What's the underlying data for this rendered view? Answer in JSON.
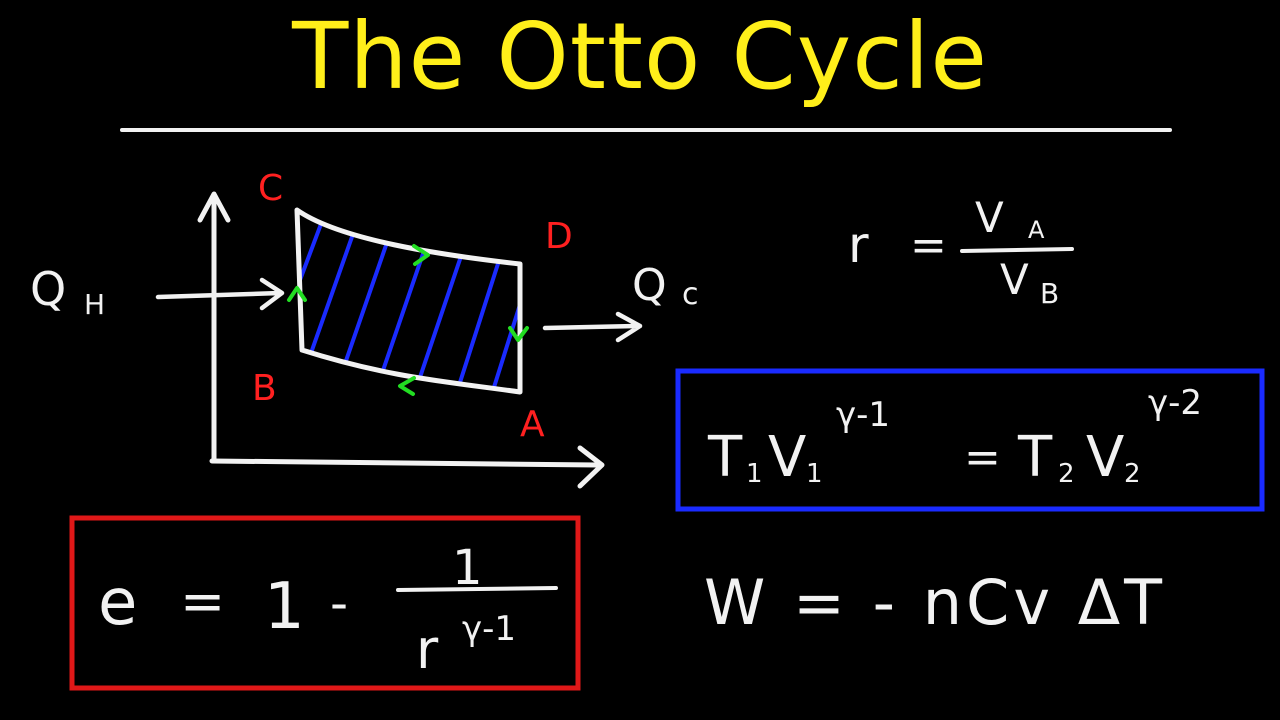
{
  "title": "The Otto Cycle",
  "colors": {
    "background": "#000000",
    "title": "#ffef1a",
    "chalk": "#f2f2f2",
    "label_red": "#ff2020",
    "hatch_blue": "#1a2bff",
    "arrow_green": "#22dd22",
    "box_blue": "#1a2bff",
    "box_red": "#e01818"
  },
  "diagram": {
    "points": [
      "A",
      "B",
      "C",
      "D"
    ],
    "heat_in": {
      "q": "Q",
      "sub": "H"
    },
    "heat_out": {
      "q": "Q",
      "sub": "c"
    }
  },
  "ratio": {
    "lhs": "r",
    "eq": "=",
    "num": "V",
    "num_sub": "A",
    "den": "V",
    "den_sub": "B"
  },
  "adiabatic": {
    "t1": "T",
    "t1_sub": "1",
    "v1": "V",
    "v1_sub": "1",
    "exp1": "γ-1",
    "eq": "=",
    "t2": "T",
    "t2_sub": "2",
    "v2": "V",
    "v2_sub": "2",
    "exp2": "γ-2"
  },
  "efficiency": {
    "lhs": "e",
    "eq": "=",
    "one": "1",
    "minus": "-",
    "num": "1",
    "den": "r",
    "exp": "γ-1"
  },
  "work": {
    "text": "W = - nCv ΔT"
  }
}
